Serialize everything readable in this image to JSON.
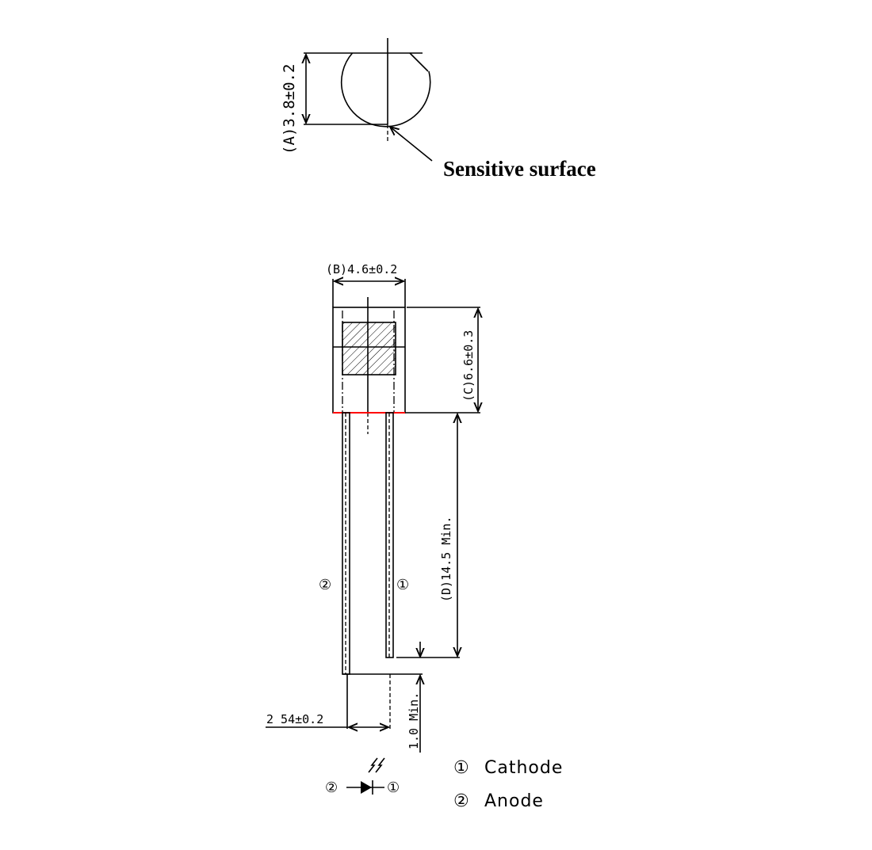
{
  "top_view": {
    "dim_a": "(A)3.8±0.2",
    "sensitive_label": "Sensitive surface"
  },
  "side_view": {
    "dim_b": "(B)4.6±0.2",
    "dim_c": "(C)6.6±0.3",
    "dim_d": "(D)14.5 Min.",
    "dim_lead_gap": "1.0 Min.",
    "dim_pitch": "2 54±0.2",
    "pin_left": "②",
    "pin_right": "①"
  },
  "symbol": {
    "anode_pin": "②",
    "cathode_pin": "①"
  },
  "legend": [
    {
      "num": "①",
      "label": "Cathode"
    },
    {
      "num": "②",
      "label": "Anode"
    }
  ],
  "colors": {
    "line": "#000000",
    "highlight": "#ff0000"
  }
}
